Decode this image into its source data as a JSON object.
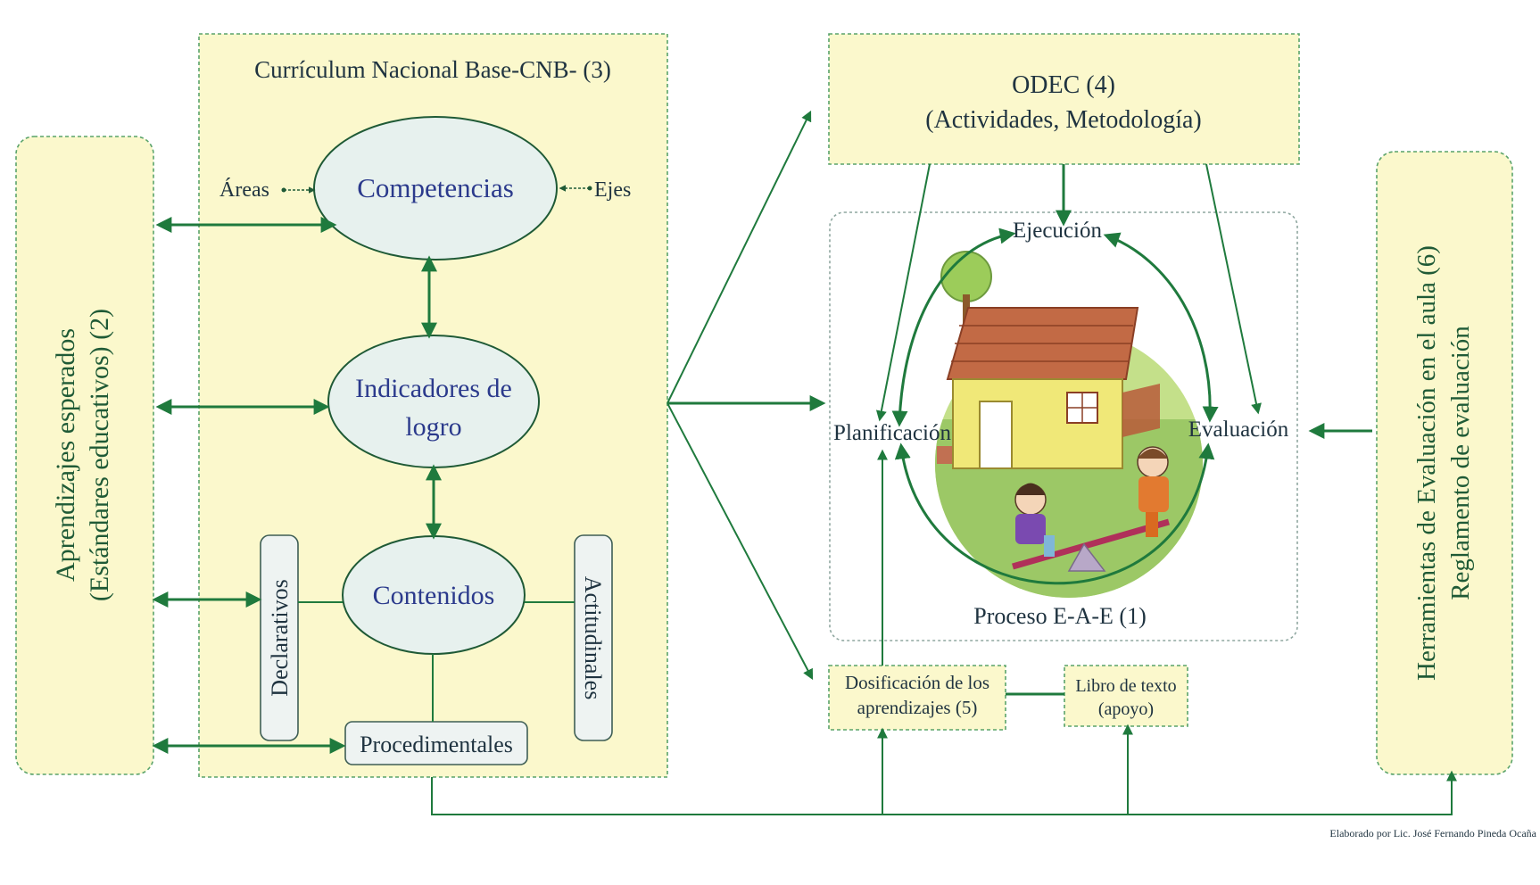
{
  "curriculum": {
    "title": "Currículum Nacional Base-CNB- (3)"
  },
  "competencias": {
    "label": "Competencias",
    "areas": "Áreas",
    "ejes": "Ejes"
  },
  "indicadores": {
    "line1": "Indicadores de",
    "line2": "logro"
  },
  "contenidos": {
    "label": "Contenidos",
    "declarativos": "Declarativos",
    "actitudinales": "Actitudinales",
    "procedimentales": "Procedimentales"
  },
  "aprendizajes": {
    "line1": "Aprendizajes esperados",
    "line2": "(Estándares educativos) (2)"
  },
  "odec": {
    "line1": "ODEC (4)",
    "line2": "(Actividades, Metodología)"
  },
  "proceso": {
    "ejecucion": "Ejecución",
    "planificacion": "Planificación",
    "evaluacion": "Evaluación",
    "title": "Proceso E-A-E (1)"
  },
  "dosificacion": {
    "line1": "Dosificación de los",
    "line2": "aprendizajes (5)"
  },
  "libro": {
    "line1": "Libro de texto",
    "line2": "(apoyo)"
  },
  "herramientas": {
    "line1": "Herramientas de Evaluación en el aula (6)",
    "line2": "Reglamento de evaluación"
  },
  "credit": "Elaborado por Lic. José Fernando Pineda Ocaña",
  "colors": {
    "arrow_green": "#1f7a3d",
    "box_yellow": "#fbf8cc",
    "oval_fill": "#e7f1ee",
    "label_blue": "#2b3a8c"
  }
}
